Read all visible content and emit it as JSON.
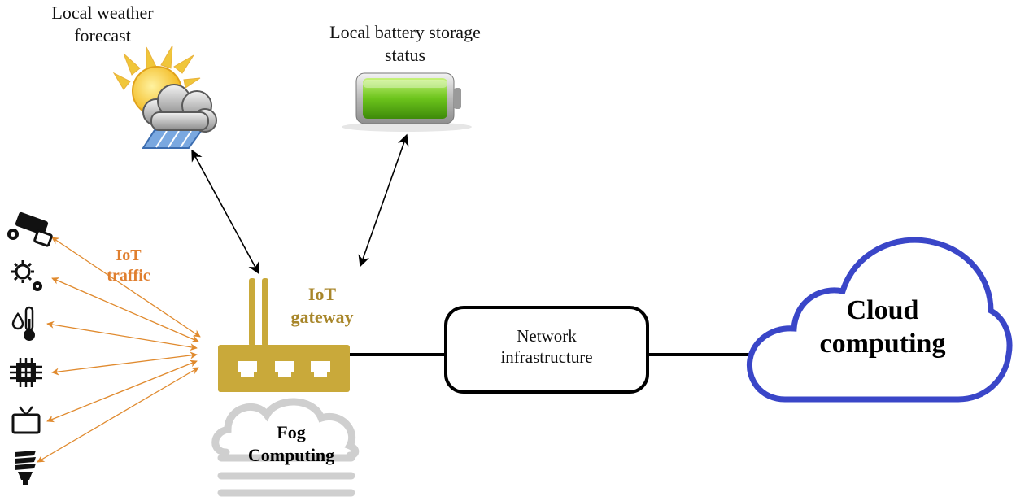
{
  "labels": {
    "weather": [
      "Local weather",
      "forecast"
    ],
    "battery": [
      "Local battery storage",
      "status"
    ],
    "iot_traffic": [
      "IoT",
      "traffic"
    ],
    "iot_gateway": [
      "IoT",
      "gateway"
    ],
    "network": [
      "Network",
      "infrastructure"
    ],
    "cloud": [
      "Cloud",
      "computing"
    ],
    "fog": [
      "Fog",
      "Computing"
    ]
  },
  "colors": {
    "gateway": "#c9a93a",
    "iot_arrows": "#e08a2e",
    "cloud_outline": "#3a46c8",
    "fog_cloud": "#cfcfcf",
    "battery_fill": "#7ad42a"
  },
  "devices": [
    "camera-icon",
    "fan-weather-icon",
    "thermometer-drop-icon",
    "chip-icon",
    "tv-icon",
    "bulb-icon"
  ]
}
